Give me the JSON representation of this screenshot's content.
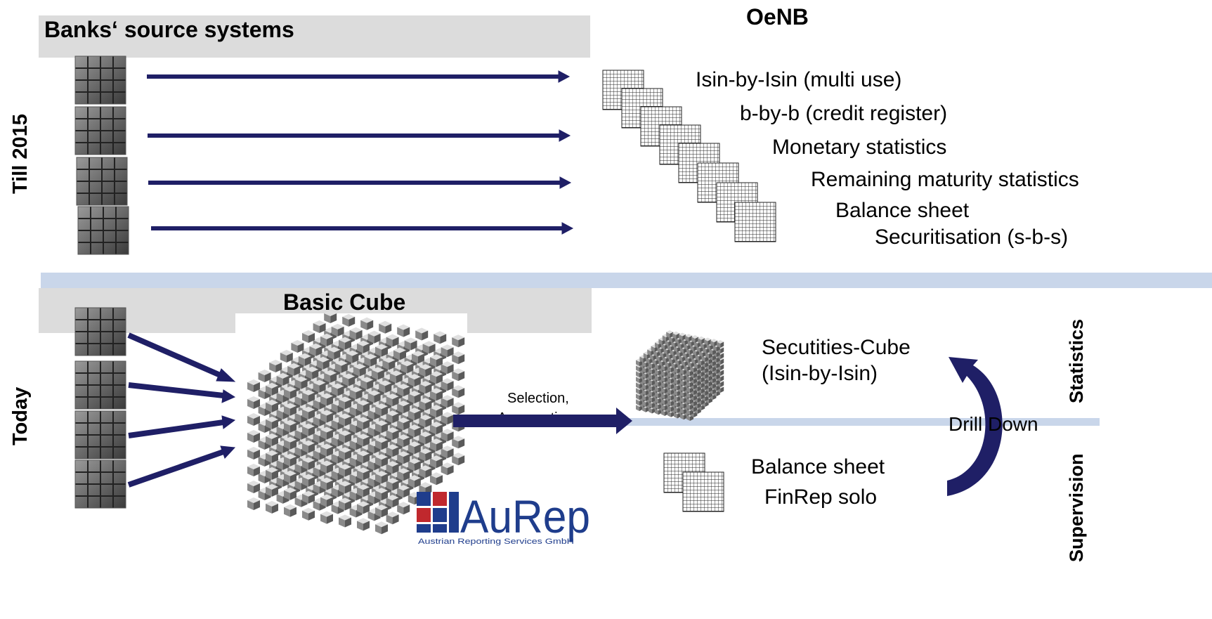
{
  "header": {
    "oenb_title": "OeNB"
  },
  "top_section": {
    "period_label": "Till 2015",
    "source_title": "Banks‘ source systems",
    "reports": [
      "Isin-by-Isin (multi use)",
      "b-by-b (credit register)",
      "Monetary statistics",
      "Remaining maturity statistics",
      "Balance sheet",
      "Securitisation (s-b-s)"
    ]
  },
  "bottom_section": {
    "period_label": "Today",
    "basic_cube_title": "Basic Cube",
    "flow_label_line1": "Selection,",
    "flow_label_line2": "Aggregation",
    "securities_cube_line1": "Secutities-Cube",
    "securities_cube_line2": "(Isin-by-Isin)",
    "supervision_reports": [
      "Balance sheet",
      "FinRep solo"
    ],
    "drill_down_label": "Drill Down",
    "side_label_statistics": "Statistics",
    "side_label_supervision": "Supervision"
  },
  "logo": {
    "name": "AuRep",
    "subtitle": "Austrian Reporting Services GmbH"
  },
  "colors": {
    "arrow": "#1f1f66",
    "gray_band": "#dcdcdc",
    "blue_band": "#c9d6ea",
    "logo_blue": "#1f3d8c",
    "logo_red": "#c0282d"
  }
}
